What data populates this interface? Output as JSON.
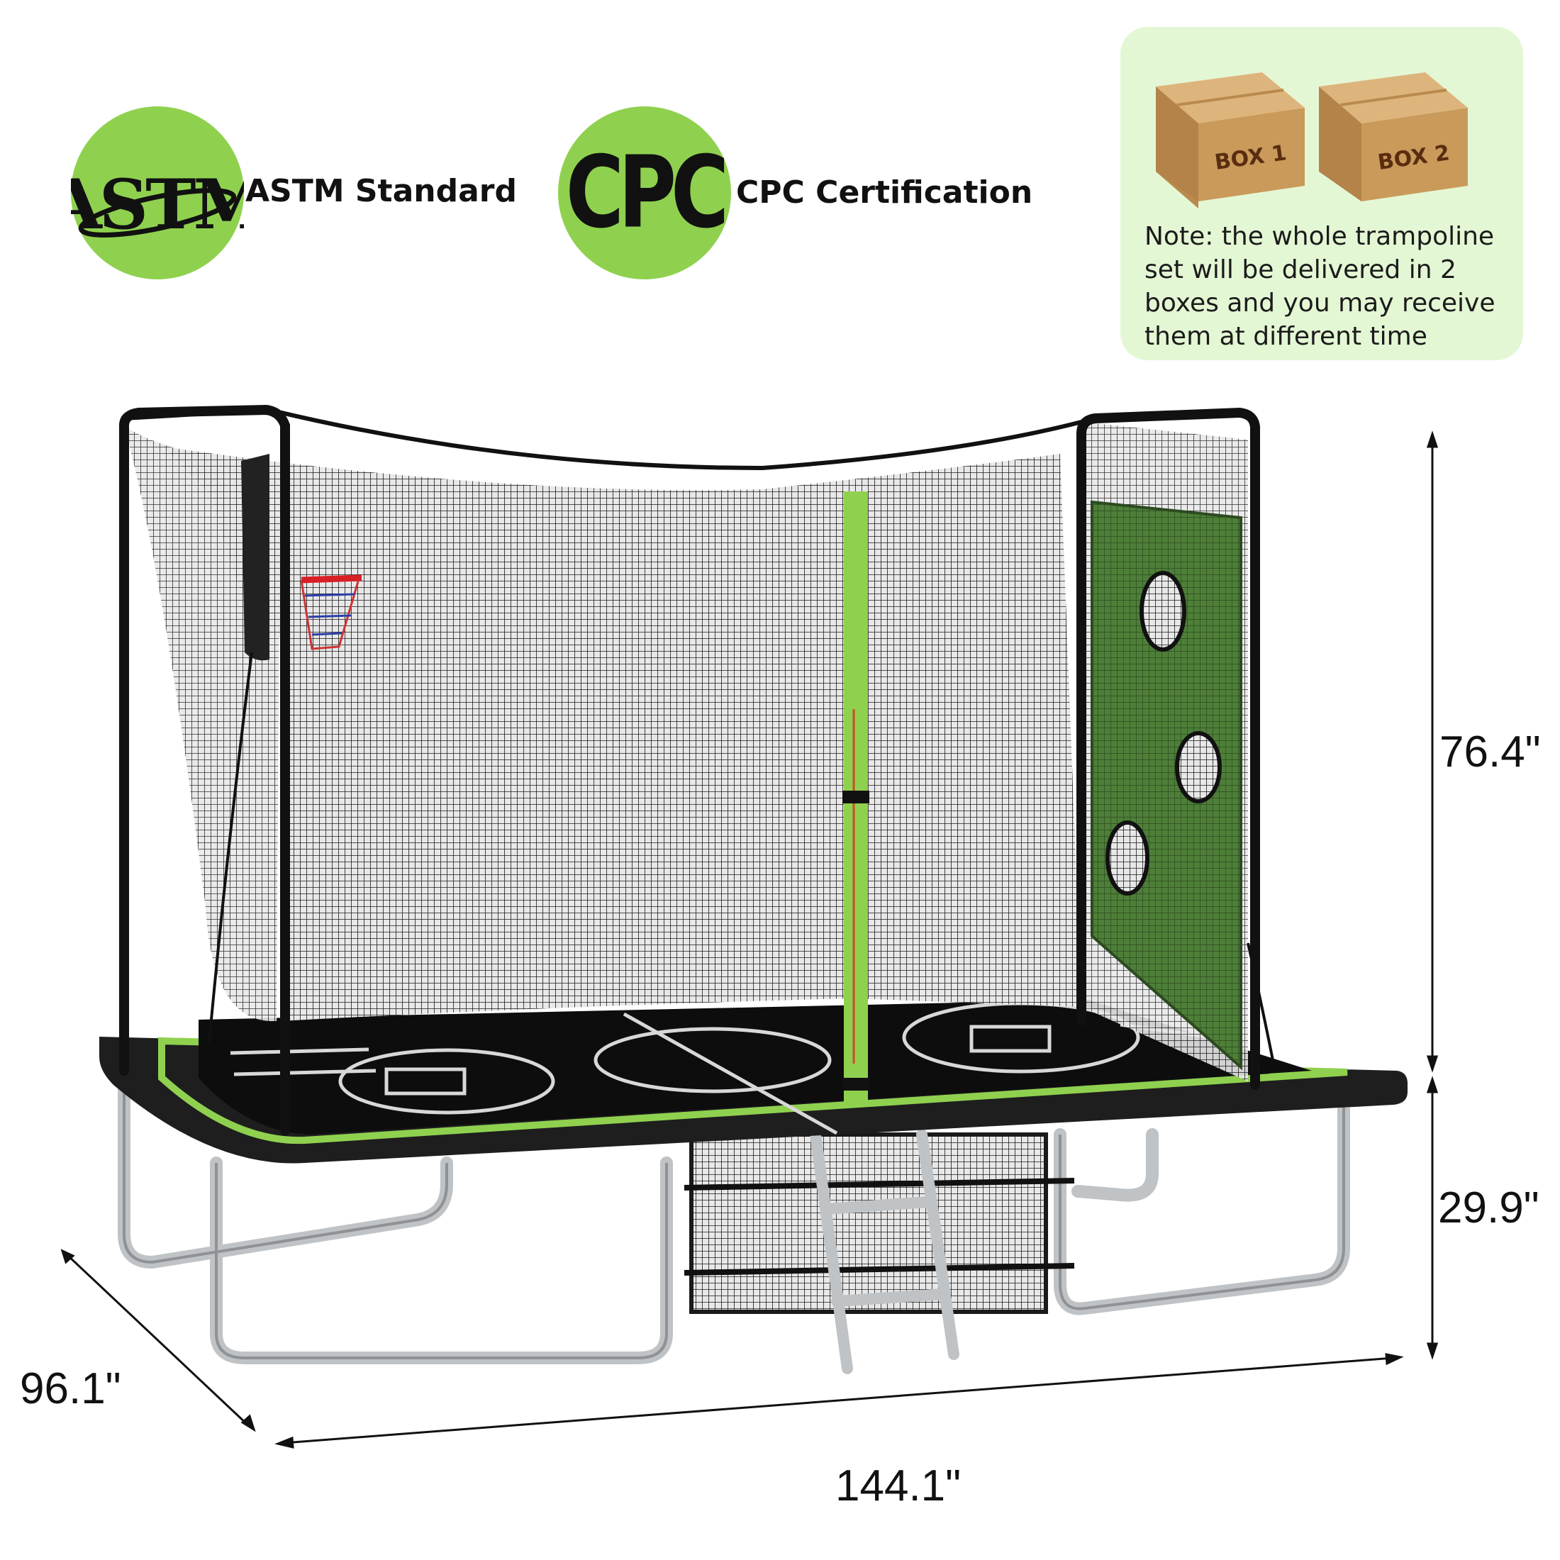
{
  "certifications": [
    {
      "badge_text": "ASTM",
      "label": "ASTM Standard"
    },
    {
      "badge_text": "CPC",
      "label": "CPC Certification"
    }
  ],
  "delivery": {
    "boxes": [
      "BOX 1",
      "BOX 2"
    ],
    "note": "Note: the whole trampoline set will be delivered in 2 boxes and you may receive them at different time"
  },
  "dimensions": {
    "enclosure_height": "76.4\"",
    "frame_height": "29.9\"",
    "width": "96.1\"",
    "length": "144.1\""
  },
  "colors": {
    "accent_green": "#8fd14f",
    "frame_black": "#1e1e1e",
    "target_green": "#3e6b2c",
    "leg_silver": "#bfc3c6",
    "note_bg": "#e4f7d4",
    "box_brown": "#c99a5a"
  }
}
